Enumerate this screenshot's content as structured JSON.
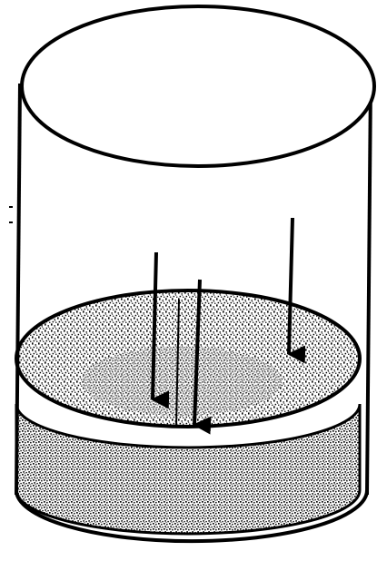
{
  "diagram": {
    "subject": "cylinder-with-settling-sediment",
    "colors": {
      "background": "#ffffff",
      "ink": "#000000",
      "stipple": "#000000"
    },
    "arrows": {
      "count": 4,
      "direction": "down"
    }
  }
}
